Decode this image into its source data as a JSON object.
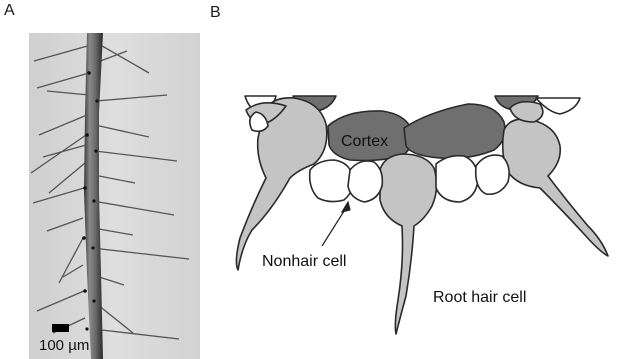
{
  "panels": {
    "a": {
      "letter": "A"
    },
    "b": {
      "letter": "B"
    }
  },
  "photo": {
    "scale_text": "100 µm"
  },
  "schematic": {
    "labels": {
      "cortex": "Cortex",
      "nonhair": "Nonhair cell",
      "roothair": "Root hair cell"
    }
  },
  "colors": {
    "cortex_fill": "#6f6f6f",
    "hair_cell_fill": "#c4c4c4",
    "nonhair_fill": "#ffffff",
    "outline": "#2a2a2a"
  }
}
